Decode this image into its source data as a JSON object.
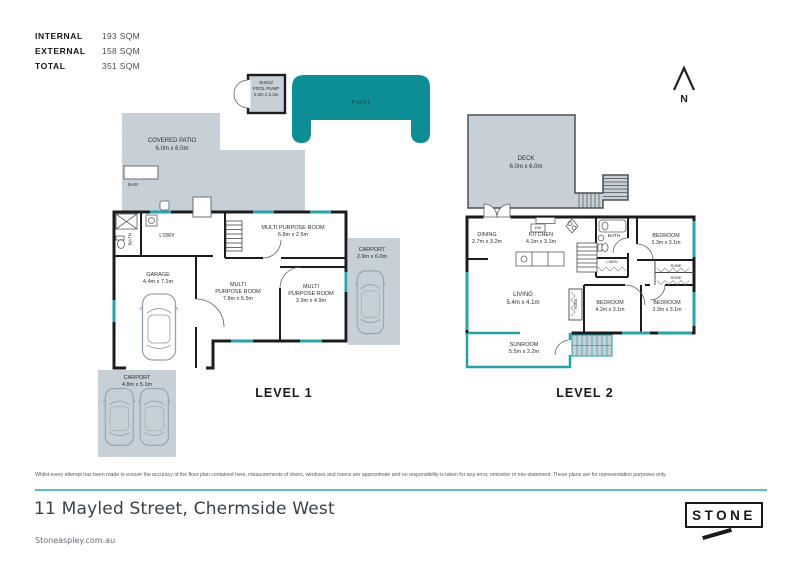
{
  "area_summary": {
    "rows": [
      {
        "label": "INTERNAL",
        "value": "193 SQM"
      },
      {
        "label": "EXTERNAL",
        "value": "158 SQM"
      },
      {
        "label": "TOTAL",
        "value": "351 SQM"
      }
    ]
  },
  "compass": {
    "north": "N"
  },
  "level1": {
    "title": "LEVEL 1",
    "shed": {
      "line1": "SHED/",
      "line2": "POOL PUMP",
      "dims": "2.3m x 2.3m"
    },
    "pool": {
      "name": "POOL"
    },
    "patio": {
      "name": "COVERED PATIO",
      "dims": "6.0m x 6.0m"
    },
    "bar": {
      "name": "BAR"
    },
    "bath": {
      "name": "BATH"
    },
    "laundry": {
      "name": "L'DRY"
    },
    "mpr_top": {
      "name": "MULTI PURPOSE ROOM",
      "dims": "6.8m x 2.5m"
    },
    "garage": {
      "name": "GARAGE",
      "dims": "4.4m x 7.1m"
    },
    "mpr_center": {
      "line1": "MULTI",
      "line2": "PURPOSE ROOM",
      "dims": "7.8m x 5.5m"
    },
    "mpr_right": {
      "line1": "MULTI",
      "line2": "PURPOSE ROOM",
      "dims": "3.9m x 4.9m"
    },
    "carport_side": {
      "name": "CARPORT",
      "dims": "2.9m x 6.0m"
    },
    "carport_front": {
      "name": "CARPORT",
      "dims": "4.8m x 5.1m"
    }
  },
  "level2": {
    "title": "LEVEL 2",
    "deck": {
      "name": "DECK",
      "dims": "6.0m x 6.0m"
    },
    "dining": {
      "name": "DINING",
      "dims": "2.7m x 3.2m"
    },
    "kitchen": {
      "name": "KITCHEN",
      "dims": "4.1m x 3.1m"
    },
    "dishwasher": "DW",
    "bath": {
      "name": "BATH"
    },
    "linen": {
      "name": "LINEN"
    },
    "bedroom_top": {
      "name": "BEDROOM",
      "dims": "3.3m x 3.1m"
    },
    "robe_a": "ROBE",
    "robe_b": "ROBE",
    "robe_c": "ROBE",
    "living": {
      "name": "LIVING",
      "dims": "5.4m x 4.1m"
    },
    "bedroom_mid": {
      "name": "BEDROOM",
      "dims": "4.2m x 3.1m"
    },
    "bedroom_right": {
      "name": "BEDROOM",
      "dims": "3.3m x 3.1m"
    },
    "sunroom": {
      "name": "SUNROOM",
      "dims": "5.5m x 2.2m"
    }
  },
  "footer": {
    "disclaimer": "Whilst every attempt has been made to ensure the accuracy of the floor plan contained here, measurements of doors, windows and rooms are approximate and no responsibility is taken for any error, omission or mis-statement. These plans are for representation purposes only.",
    "address": "11 Mayled Street, Chermside West",
    "website": "Stoneaspley.com.au",
    "logo_text": "STONE"
  },
  "colors": {
    "pool_teal": "#0d8e94",
    "surface_gray": "#c7d0d7",
    "window_teal": "#2aa3a8",
    "wall_dark": "#1c1c1f",
    "divider_teal": "#57bfc7"
  }
}
